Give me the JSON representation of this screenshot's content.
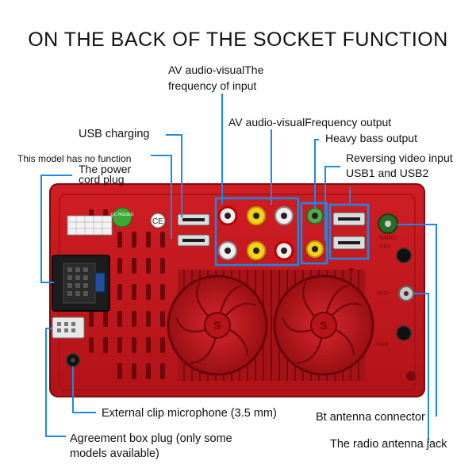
{
  "title": "ON THE BACK OF THE SOCKET FUNCTION",
  "labels": {
    "av_input": "AV audio-visualThe frequency of input",
    "av_output": "AV audio-visualFrequency output",
    "usb_charging": "USB charging",
    "heavy_bass": "Heavy bass output",
    "no_function": "This model has no function",
    "reversing_video": "Reversing video input USB1 and USB2",
    "power_cord": "The power cord plug",
    "external_mic": "External clip microphone (3.5 mm)",
    "bt_antenna": "Bt antenna connector",
    "agreement_box": "Agreement box plug (only some models available)",
    "radio_antenna": "The radio antenna jack"
  },
  "panel_markings": {
    "radio": "RADIO",
    "gps": "GPS",
    "wifi": "WIFI",
    "dab": "DAB",
    "qc_passed": "QC PASSED",
    "ce": "CE"
  },
  "colors": {
    "panel": "#c4161c",
    "panel_dark": "#8e0c10",
    "pointer": "#1e88e5",
    "background": "#ffffff"
  }
}
